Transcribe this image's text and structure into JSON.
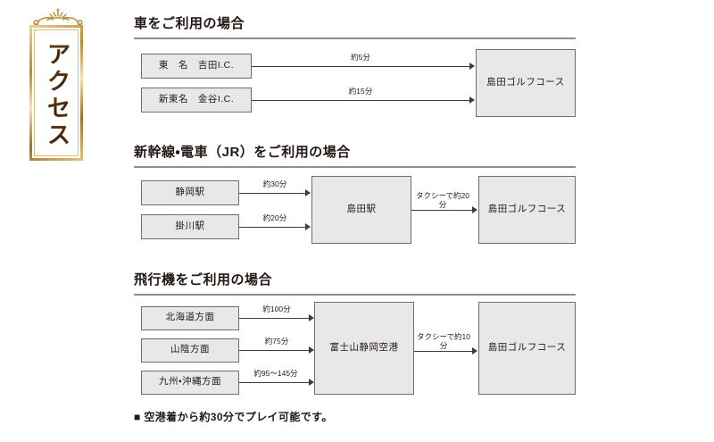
{
  "plaque": {
    "chars": [
      "ア",
      "ク",
      "セ",
      "ス"
    ],
    "label": "アクセス",
    "frame_color": "#b8892f",
    "text_color": "#5a3310"
  },
  "theme": {
    "node_fill": "#e8e8e8",
    "node_border": "#6e6e6e",
    "rule_color": "#8e8e8e",
    "text_color": "#231815",
    "arrow_color": "#3c3c3c",
    "background": "#ffffff"
  },
  "sections": [
    {
      "id": "car",
      "heading": "車をご利用の場合",
      "sources": [
        {
          "label": "東　名　吉田I.C.",
          "edge_label": "約5分"
        },
        {
          "label": "新東名　金谷I.C.",
          "edge_label": "約15分"
        }
      ],
      "destination": {
        "label": "島田ゴルフコース"
      }
    },
    {
      "id": "train",
      "heading": "新幹線・電車（JR）をご利用の場合",
      "sources": [
        {
          "label": "静岡駅",
          "edge_label": "約30分"
        },
        {
          "label": "掛川駅",
          "edge_label": "約20分"
        }
      ],
      "hub": {
        "label": "島田駅",
        "edge_label": "タクシーで約20\n分"
      },
      "destination": {
        "label": "島田ゴルフコース"
      }
    },
    {
      "id": "plane",
      "heading": "飛行機をご利用の場合",
      "sources": [
        {
          "label": "北海道方面",
          "edge_label": "約100分"
        },
        {
          "label": "山陰方面",
          "edge_label": "約75分"
        },
        {
          "label": "九州・沖縄方面",
          "edge_label": "約95〜145分"
        }
      ],
      "hub": {
        "label": "富士山静岡空港",
        "edge_label": "タクシーで約10\n分"
      },
      "destination": {
        "label": "島田ゴルフコース"
      }
    }
  ],
  "footer": {
    "note": "■ 空港着から約30分でプレイ可能です。"
  }
}
